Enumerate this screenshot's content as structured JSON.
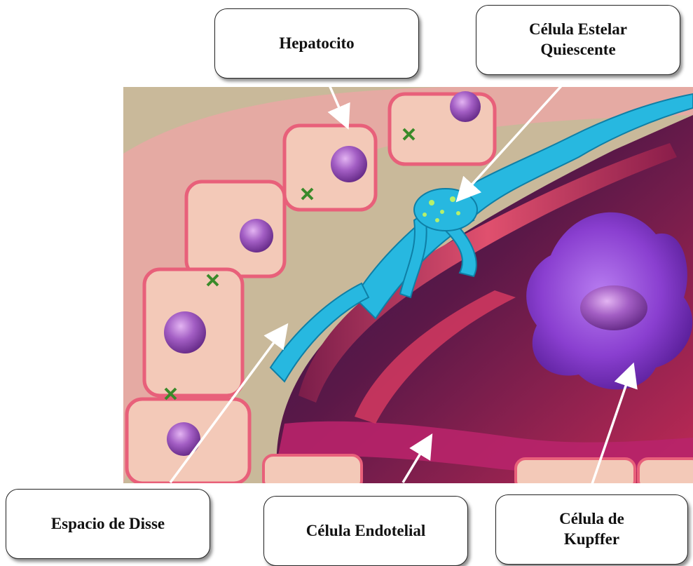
{
  "labels": {
    "hepatocito": "Hepatocito",
    "estelar_line1": "Célula Estelar",
    "estelar_line2": "Quiescente",
    "disse": "Espacio de Disse",
    "endotelial": "Célula Endotelial",
    "kupffer_line1": "Célula de",
    "kupffer_line2": "Kupffer"
  },
  "colors": {
    "background_tan": "#c9b99a",
    "hepatocyte_fill": "#f3c9b8",
    "hepatocyte_border": "#e8607a",
    "nucleus": "#9b55b8",
    "stellate_cell": "#27b8e0",
    "sinusoid_dark": "#2a1250",
    "sinusoid_red": "#b0254a",
    "kupffer_cell": "#8a3fd0",
    "arrow": "#ffffff"
  }
}
